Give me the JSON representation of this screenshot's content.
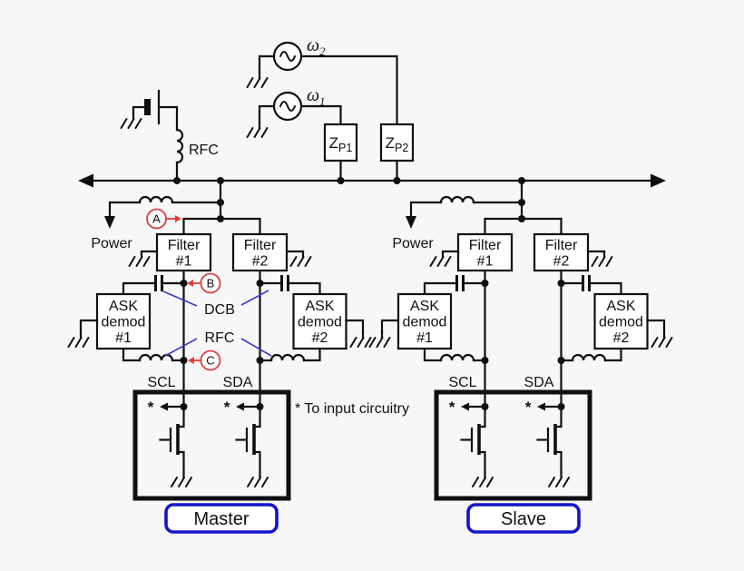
{
  "colors": {
    "ink": "#101010",
    "red": "#e03c3c",
    "blue": "#3a3acc",
    "label_blue": "#1414cc",
    "background": "#f7f7f7"
  },
  "sources": {
    "w2_sym": "ω",
    "w2_sub": "2",
    "w1_sym": "ω",
    "w1_sub": "1"
  },
  "impedances": {
    "zp1_main": "Z",
    "zp1_sub": "P1",
    "zp2_main": "Z",
    "zp2_sub": "P2"
  },
  "rfc_top": "RFC",
  "annotations": {
    "a": "A",
    "b": "B",
    "c": "C",
    "dcb": "DCB",
    "rfc": "RFC",
    "asterisk": "*",
    "footnote": "* To input circuitry"
  },
  "master": {
    "power": "Power",
    "filter1_l1": "Filter",
    "filter1_l2": "#1",
    "filter2_l1": "Filter",
    "filter2_l2": "#2",
    "ask1_l1": "ASK",
    "ask1_l2": "demod",
    "ask1_l3": "#1",
    "ask2_l1": "ASK",
    "ask2_l2": "demod",
    "ask2_l3": "#2",
    "scl": "SCL",
    "sda": "SDA",
    "name": "Master"
  },
  "slave": {
    "power": "Power",
    "filter1_l1": "Filter",
    "filter1_l2": "#1",
    "filter2_l1": "Filter",
    "filter2_l2": "#2",
    "ask1_l1": "ASK",
    "ask1_l2": "demod",
    "ask1_l3": "#1",
    "ask2_l1": "ASK",
    "ask2_l2": "demod",
    "ask2_l3": "#2",
    "scl": "SCL",
    "sda": "SDA",
    "name": "Slave"
  }
}
